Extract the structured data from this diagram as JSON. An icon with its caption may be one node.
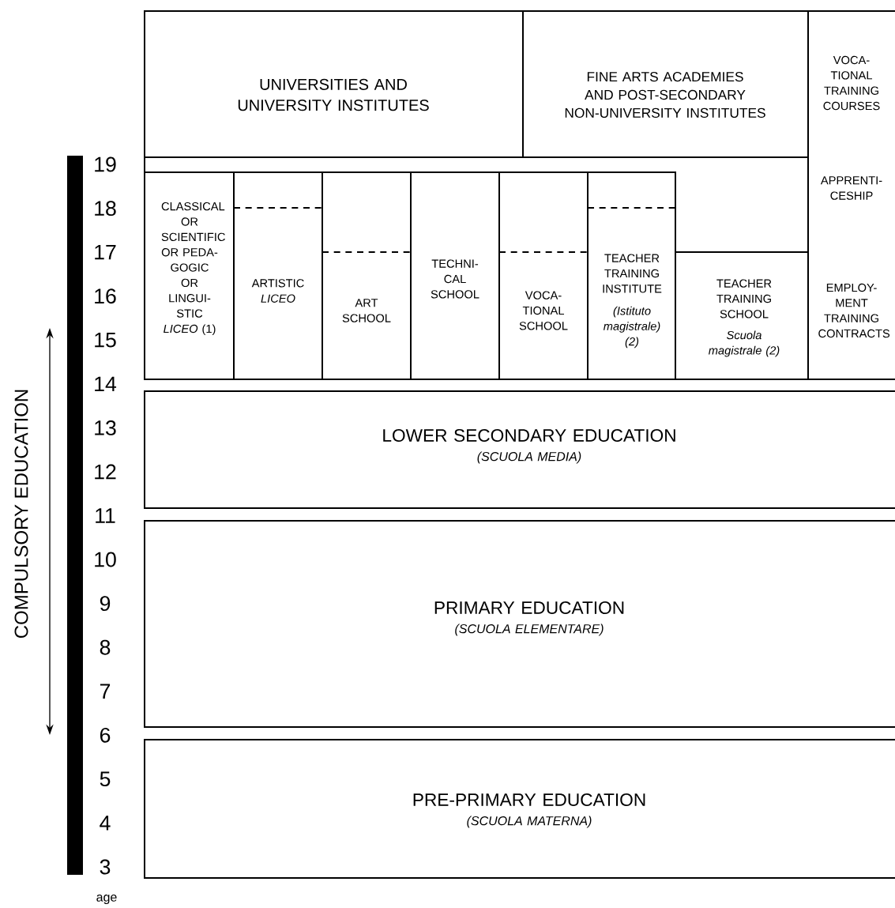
{
  "diagram": {
    "nodes": [
      {
        "text": [
          "UNIVERSITIES AND UNIVERSITY INSTITUTES"
        ]
      },
      {
        "text": [
          "FINE ARTS ACADEMIES AND POST-SECONDARY NON-UNIVERSITY INSTITUTES"
        ]
      },
      {
        "text": [
          "VOCA-TIONAL TRAINING COURSES",
          "APPRENTI-CESHIP",
          "EMPLOY-MENT TRAINING CONTRACTS"
        ]
      },
      {
        "text": [
          "CLASSICAL OR SCIENTIFIC OR PEDA-GOGIC OR LINGUI-STIC *LICEO* (1)"
        ]
      },
      {
        "text": [
          "ARTISTIC *LICEO*"
        ]
      },
      {
        "text": [
          "ART SCHOOL"
        ]
      },
      {
        "text": [
          "TECHNI-CAL SCHOOL"
        ]
      },
      {
        "text": [
          "VOCA-TIONAL SCHOOL"
        ]
      },
      {
        "text": [
          "TEACHER TRAINING INSTITUTE",
          "(Istituto magistrale) (2)"
        ]
      },
      {
        "text": [
          "TEACHER TRAINING SCHOOL",
          "Scuola magistrale (2)"
        ]
      },
      {
        "text": [
          "LOWER SECONDARY EDUCATION",
          "(SCUOLA MEDIA)"
        ]
      },
      {
        "text": [
          "PRIMARY EDUCATION",
          "(SCUOLA ELEMENTARE)"
        ]
      },
      {
        "text": [
          "PRE-PRIMARY EDUCATION",
          "(SCUOLA MATERNA)"
        ]
      },
      {
        "text": [],
        "shape": "bar"
      }
    ],
    "labels": [
      "19",
      "18",
      "17",
      "16",
      "15",
      "14",
      "13",
      "12",
      "11",
      "10",
      "9",
      "8",
      "7",
      "6",
      "5",
      "4",
      "3",
      "age",
      "COMPULSORY EDUCATION"
    ]
  }
}
